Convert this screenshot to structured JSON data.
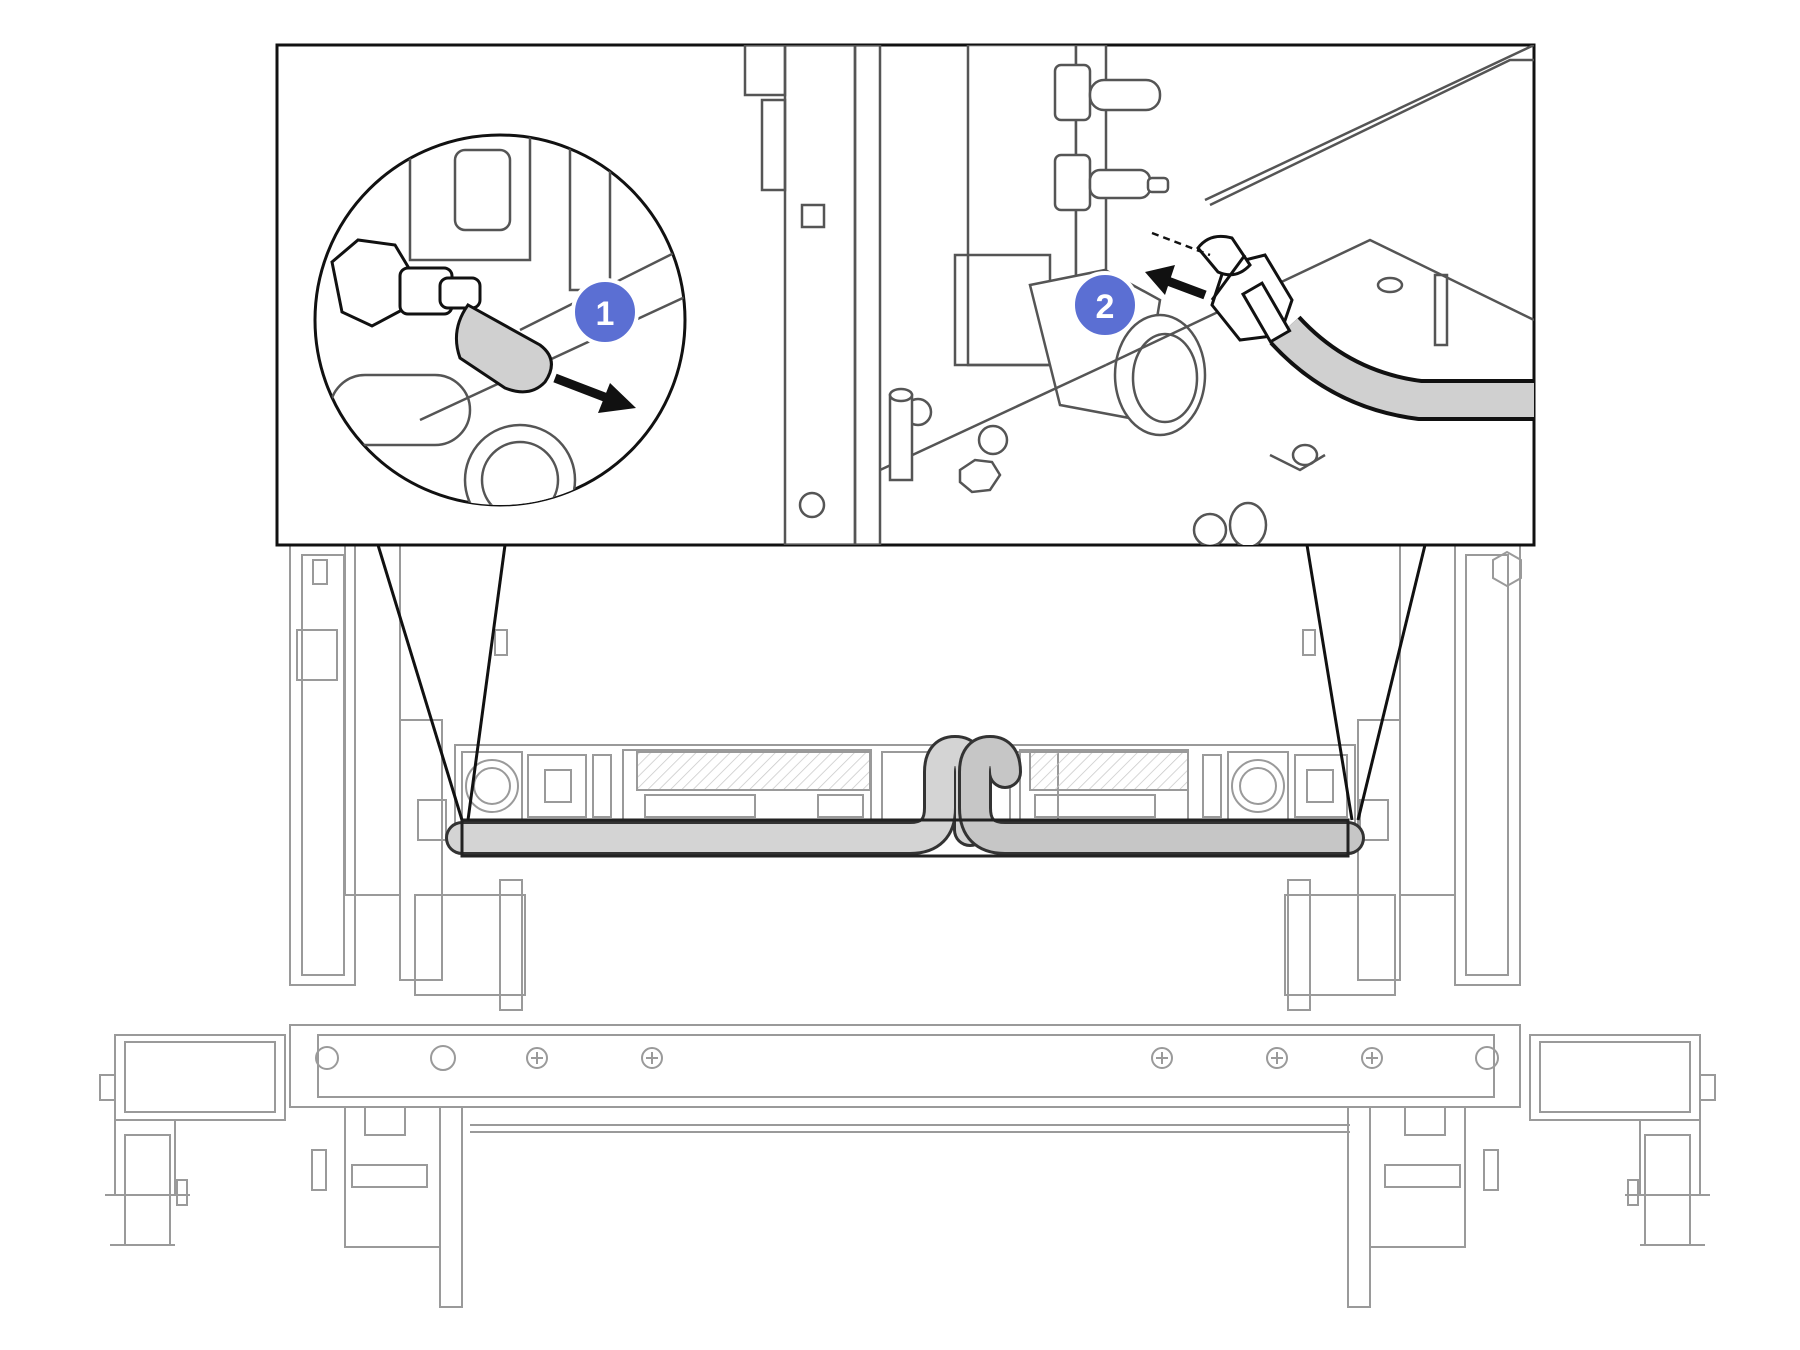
{
  "callouts": [
    {
      "label": "1"
    },
    {
      "label": "2"
    }
  ],
  "colors": {
    "callout_fill": "#5b6fd3",
    "hose_fill": "#d4d4d4",
    "line_dark": "#111111",
    "line_light": "#9a9a9a"
  },
  "icons": [
    "arrow-right-down-icon",
    "arrow-left-up-icon",
    "dashed-guide-line"
  ]
}
